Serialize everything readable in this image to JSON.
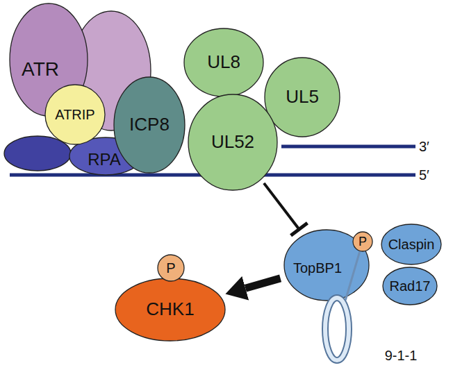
{
  "diagram": {
    "nodes": [
      {
        "text": [
          "ATR"
        ]
      },
      {
        "text": [
          "ATRIP"
        ]
      },
      {
        "text": [
          "RPA"
        ]
      },
      {
        "text": [
          "ICP8"
        ]
      },
      {
        "text": [
          "UL8"
        ]
      },
      {
        "text": [
          "UL52"
        ]
      },
      {
        "text": [
          "UL5"
        ]
      },
      {
        "text": [
          "TopBP1"
        ]
      },
      {
        "text": [
          "P"
        ]
      },
      {
        "text": [
          "Claspin"
        ]
      },
      {
        "text": [
          "Rad17"
        ]
      },
      {
        "text": [
          "9-1-1"
        ]
      },
      {
        "text": [
          "P"
        ]
      },
      {
        "text": [
          "CHK1"
        ]
      }
    ],
    "edges": [
      {
        "from": 5,
        "to": 7,
        "arrow": "to"
      },
      {
        "from": 8,
        "to": 11,
        "arrow": "none"
      },
      {
        "from": 7,
        "to": 13,
        "arrow": "to"
      }
    ],
    "labels": [
      "3′",
      "5′"
    ]
  }
}
